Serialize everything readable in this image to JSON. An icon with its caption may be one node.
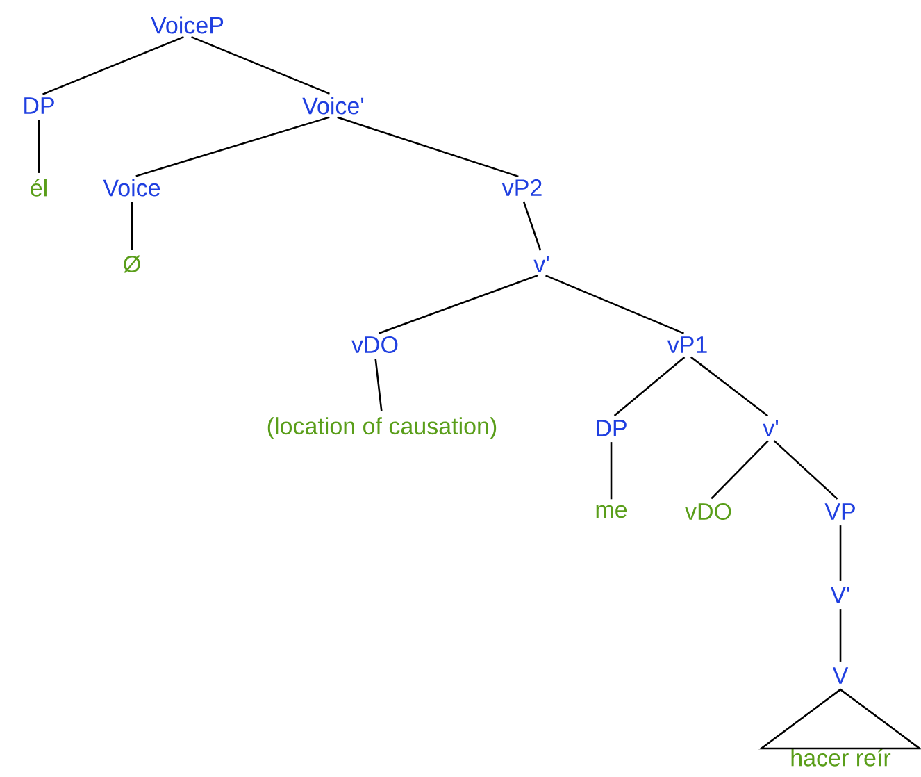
{
  "diagram": {
    "nodes": [
      {
        "text": [
          "VoiceP"
        ]
      },
      {
        "text": [
          "DP"
        ]
      },
      {
        "text": [
          "Voice'"
        ]
      },
      {
        "text": [
          "él"
        ]
      },
      {
        "text": [
          "Voice"
        ]
      },
      {
        "text": [
          "vP2"
        ]
      },
      {
        "text": [
          "Ø"
        ]
      },
      {
        "text": [
          "v'"
        ]
      },
      {
        "text": [
          "vDO"
        ]
      },
      {
        "text": [
          "vP1"
        ]
      },
      {
        "text": [
          "(location of causation)"
        ]
      },
      {
        "text": [
          "DP"
        ]
      },
      {
        "text": [
          "v'"
        ]
      },
      {
        "text": [
          "me"
        ]
      },
      {
        "text": [
          "vDO"
        ]
      },
      {
        "text": [
          "VP"
        ]
      },
      {
        "text": [
          "V'"
        ]
      },
      {
        "text": [
          "V"
        ]
      },
      {
        "text": [
          "hacer reír"
        ]
      }
    ],
    "edges": [
      {
        "from": 0,
        "to": 1,
        "arrow": "none"
      },
      {
        "from": 0,
        "to": 2,
        "arrow": "none"
      },
      {
        "from": 1,
        "to": 3,
        "arrow": "none"
      },
      {
        "from": 2,
        "to": 4,
        "arrow": "none"
      },
      {
        "from": 2,
        "to": 5,
        "arrow": "none"
      },
      {
        "from": 4,
        "to": 6,
        "arrow": "none"
      },
      {
        "from": 5,
        "to": 7,
        "arrow": "none"
      },
      {
        "from": 7,
        "to": 8,
        "arrow": "none"
      },
      {
        "from": 7,
        "to": 9,
        "arrow": "none"
      },
      {
        "from": 8,
        "to": 10,
        "arrow": "none"
      },
      {
        "from": 9,
        "to": 11,
        "arrow": "none"
      },
      {
        "from": 9,
        "to": 12,
        "arrow": "none"
      },
      {
        "from": 11,
        "to": 13,
        "arrow": "none"
      },
      {
        "from": 12,
        "to": 14,
        "arrow": "none"
      },
      {
        "from": 12,
        "to": 15,
        "arrow": "none"
      },
      {
        "from": 15,
        "to": 16,
        "arrow": "none"
      },
      {
        "from": 16,
        "to": 17,
        "arrow": "none"
      },
      {
        "from": 17,
        "to": 18,
        "arrow": "none"
      }
    ]
  }
}
